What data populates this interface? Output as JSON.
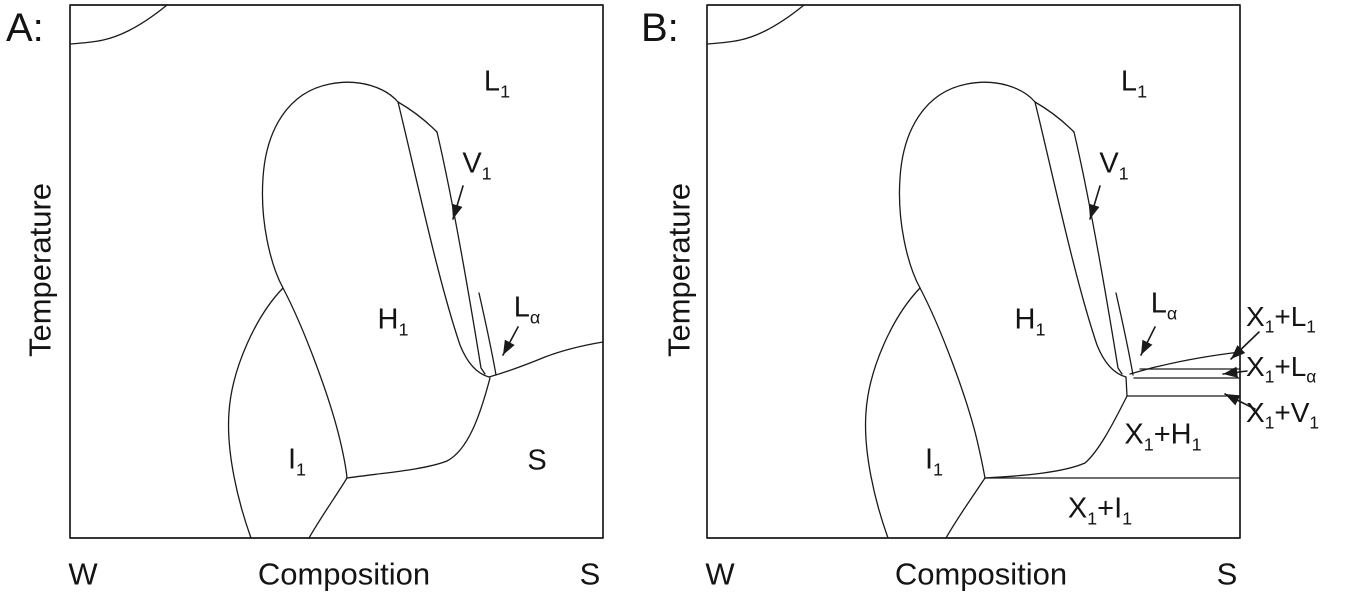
{
  "figure": {
    "background_color": "#ffffff",
    "line_color": "#1a1a1a"
  },
  "panelA": {
    "label": "A:",
    "ylabel": "Temperature",
    "xlabel": "Composition",
    "x_left_end": "W",
    "x_right_end": "S",
    "regions": {
      "L1": [
        [
          "L",
          0
        ],
        [
          "1",
          1
        ]
      ],
      "V1": [
        [
          "V",
          0
        ],
        [
          "1",
          1
        ]
      ],
      "H1": [
        [
          "H",
          0
        ],
        [
          "1",
          1
        ]
      ],
      "La": [
        [
          "L",
          0
        ],
        [
          "α",
          1
        ]
      ],
      "I1": [
        [
          "I",
          0
        ],
        [
          "1",
          1
        ]
      ],
      "S": [
        [
          "S",
          0
        ]
      ]
    }
  },
  "panelB": {
    "label": "B:",
    "ylabel": "Temperature",
    "xlabel": "Composition",
    "x_left_end": "W",
    "x_right_end": "S",
    "regions": {
      "L1": [
        [
          "L",
          0
        ],
        [
          "1",
          1
        ]
      ],
      "V1": [
        [
          "V",
          0
        ],
        [
          "1",
          1
        ]
      ],
      "H1": [
        [
          "H",
          0
        ],
        [
          "1",
          1
        ]
      ],
      "La": [
        [
          "L",
          0
        ],
        [
          "α",
          1
        ]
      ],
      "I1": [
        [
          "I",
          0
        ],
        [
          "1",
          1
        ]
      ],
      "X1H1": [
        [
          "X",
          0
        ],
        [
          "1",
          1
        ],
        [
          "+H",
          0
        ],
        [
          "1",
          1
        ]
      ],
      "X1I1": [
        [
          "X",
          0
        ],
        [
          "1",
          1
        ],
        [
          "+I",
          0
        ],
        [
          "1",
          1
        ]
      ],
      "X1L1": [
        [
          "X",
          0
        ],
        [
          "1",
          1
        ],
        [
          "+L",
          0
        ],
        [
          "1",
          1
        ]
      ],
      "X1La": [
        [
          "X",
          0
        ],
        [
          "1",
          1
        ],
        [
          "+L",
          0
        ],
        [
          "α",
          1
        ]
      ],
      "X1V1": [
        [
          "X",
          0
        ],
        [
          "1",
          1
        ],
        [
          "+V",
          0
        ],
        [
          "1",
          1
        ]
      ]
    }
  }
}
